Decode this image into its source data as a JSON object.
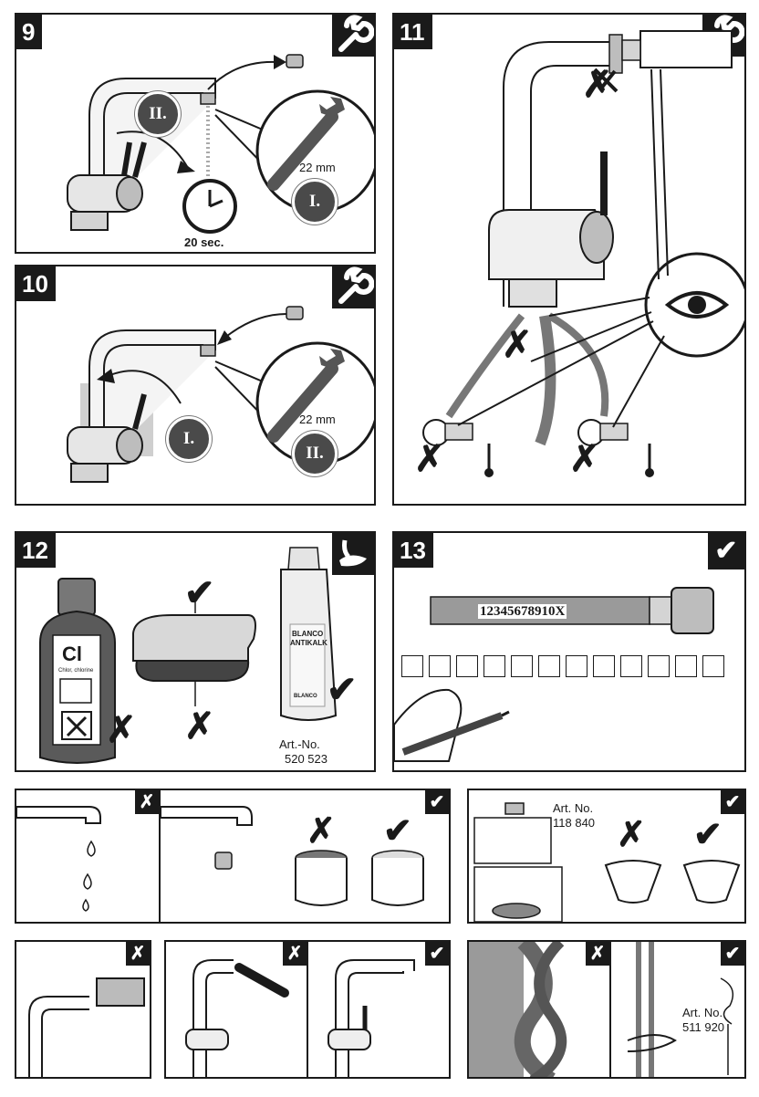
{
  "colors": {
    "ink": "#1a1a1a",
    "grey": "#4a4a4a",
    "metal": "#c8c8c8",
    "check": "#1a1a1a"
  },
  "panels": {
    "p9": {
      "number": "9",
      "corner_icon": "wrench-icon",
      "dimension": "22 mm",
      "time": "20 sec.",
      "step_a": "II.",
      "step_b": "I."
    },
    "p10": {
      "number": "10",
      "corner_icon": "wrench-icon",
      "dimension": "22 mm",
      "step_a": "I.",
      "step_b": "II."
    },
    "p11": {
      "number": "11",
      "corner_icon": "wrench-icon",
      "eye_icon": "eye-icon"
    },
    "p12": {
      "number": "12",
      "corner_icon": "cleaning-cloth-icon",
      "chlorine_symbol": "Cl",
      "chlorine_text": "Chlor, chlorine",
      "bottle_brand": "BLANCO",
      "bottle_product": "ANTIKALK",
      "bottle_brand_small": "BLANCO",
      "art_label": "Art.-No.",
      "art_number": "520 523"
    },
    "p13": {
      "number": "13",
      "corner_icon": "check-icon",
      "serial": "12345678910X",
      "box_count": 12
    },
    "p14": {
      "corner_icon": "cross-icon"
    },
    "p15": {
      "corner_icon": "check-icon"
    },
    "p16": {
      "corner_icon": "check-icon",
      "art_label": "Art. No.",
      "art_number": "118 840"
    },
    "p17": {
      "corner_icon": "cross-icon"
    },
    "p18": {
      "corner_icon": "cross-icon"
    },
    "p19": {
      "corner_icon": "check-icon"
    },
    "p20": {
      "corner_icon": "cross-icon"
    },
    "p21": {
      "corner_icon": "check-icon",
      "art_label": "Art. No.",
      "art_number": "511 920"
    }
  }
}
